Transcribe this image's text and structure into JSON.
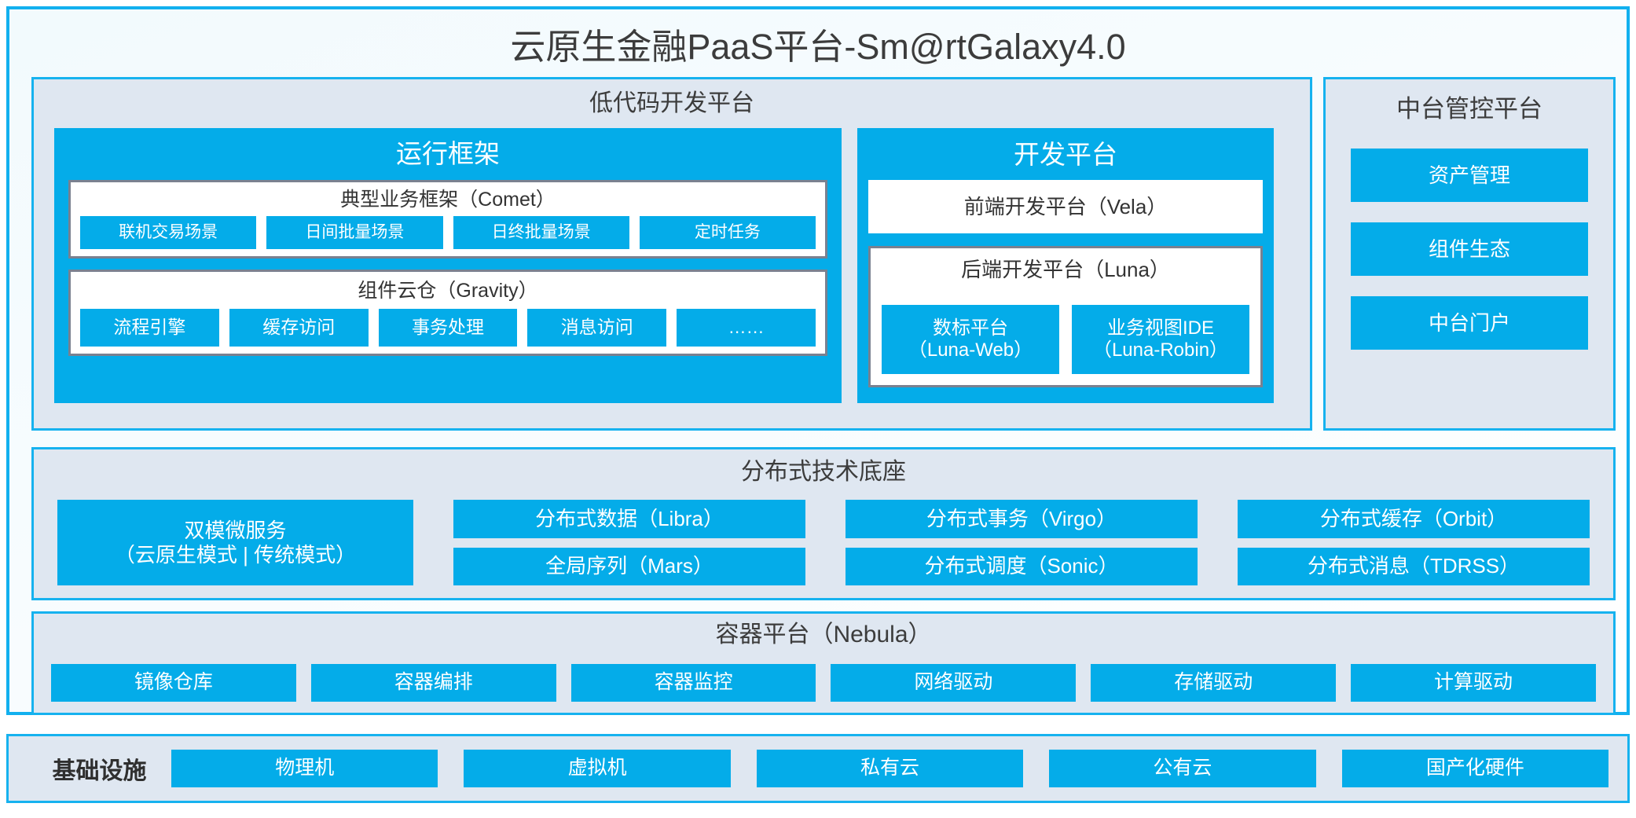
{
  "title": "云原生金融PaaS平台-Sm@rtGalaxy4.0",
  "colors": {
    "accent_blue": "#04ace9",
    "border_blue": "#16b2ef",
    "panel_bg": "#dfe7f1",
    "inner_border_grey": "#7a8190",
    "text_dark": "#3c3c3c"
  },
  "low_code": {
    "title": "低代码开发平台",
    "runtime": {
      "title": "运行框架",
      "comet": {
        "title": "典型业务框架（Comet）",
        "items": [
          "联机交易场景",
          "日间批量场景",
          "日终批量场景",
          "定时任务"
        ]
      },
      "gravity": {
        "title": "组件云仓（Gravity）",
        "items": [
          "流程引擎",
          "缓存访问",
          "事务处理",
          "消息访问",
          "……"
        ]
      }
    },
    "dev_platform": {
      "title": "开发平台",
      "frontend": "前端开发平台（Vela）",
      "backend": {
        "title": "后端开发平台（Luna）",
        "items": [
          {
            "name": "数标平台",
            "code": "（Luna-Web）"
          },
          {
            "name": "业务视图IDE",
            "code": "（Luna-Robin）"
          }
        ]
      }
    }
  },
  "control_platform": {
    "title": "中台管控平台",
    "items": [
      "资产管理",
      "组件生态",
      "中台门户"
    ]
  },
  "distributed_base": {
    "title": "分布式技术底座",
    "microservice": {
      "line1": "双模微服务",
      "line2": "（云原生模式 | 传统模式）"
    },
    "columns": [
      [
        "分布式数据（Libra）",
        "全局序列（Mars）"
      ],
      [
        "分布式事务（Virgo）",
        "分布式调度（Sonic）"
      ],
      [
        "分布式缓存（Orbit）",
        "分布式消息（TDRSS）"
      ]
    ]
  },
  "container_platform": {
    "title": "容器平台（Nebula）",
    "items": [
      "镜像仓库",
      "容器编排",
      "容器监控",
      "网络驱动",
      "存储驱动",
      "计算驱动"
    ]
  },
  "infrastructure": {
    "label": "基础设施",
    "items": [
      "物理机",
      "虚拟机",
      "私有云",
      "公有云",
      "国产化硬件"
    ]
  }
}
